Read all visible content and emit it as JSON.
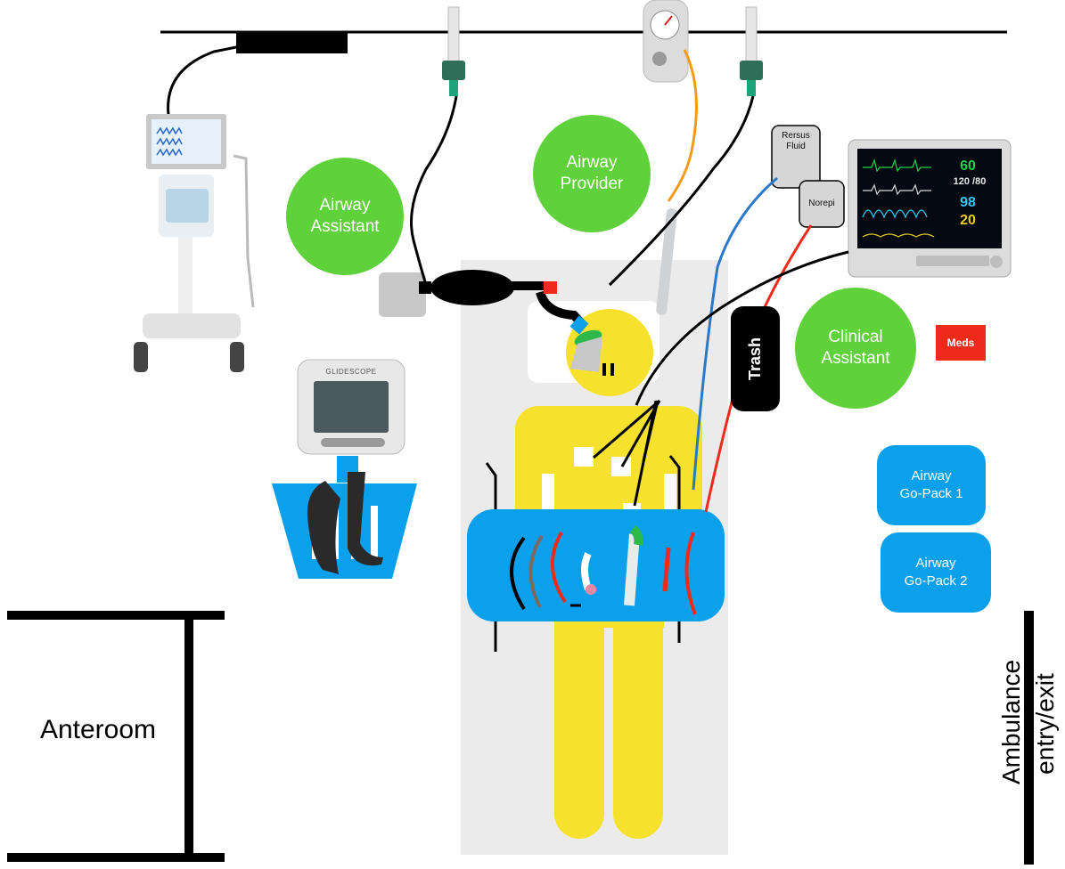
{
  "roles": {
    "airway_assistant": "Airway\nAssistant",
    "airway_provider": "Airway\nProvider",
    "clinical_assistant": "Clinical\nAssistant"
  },
  "equipment": {
    "rersus_fluid": "Rersus\nFluid",
    "norepi": "Norepi",
    "trash": "Trash",
    "meds": "Meds",
    "airway_go_pack_1": "Airway\nGo-Pack 1",
    "airway_go_pack_2": "Airway\nGo-Pack 2",
    "glidescope_brand": "GLIDESCOPE"
  },
  "monitor": {
    "hr": "60",
    "bp": "120 /80",
    "spo2": "98",
    "rr": "20"
  },
  "rooms": {
    "anteroom": "Anteroom",
    "ambulance_line1": "Ambulance",
    "ambulance_line2": "entry/exit"
  },
  "colors": {
    "role_green": "#5fd13a",
    "patient_yellow": "#f6e12c",
    "tray_blue": "#0aa0ec",
    "bed_gray": "#ebebeb",
    "meds_red": "#ee2a1b"
  }
}
